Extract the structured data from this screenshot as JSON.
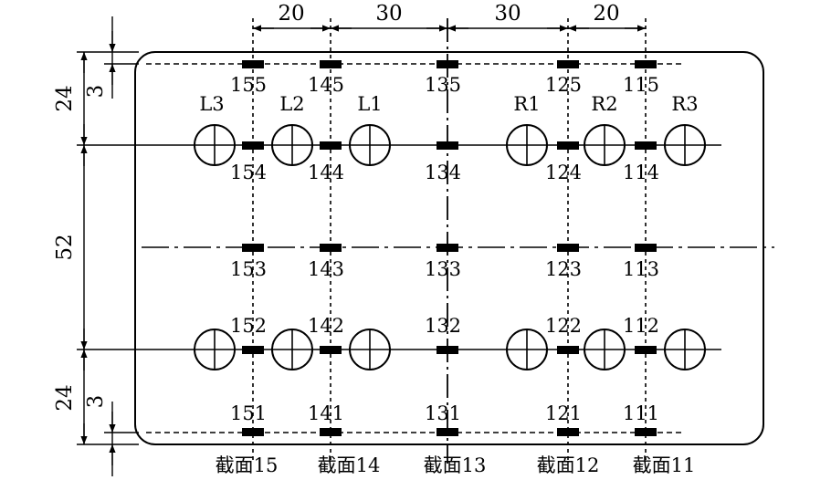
{
  "dimensions": {
    "top": [
      "20",
      "30",
      "30",
      "20"
    ],
    "left_upper": "24",
    "left_upper_small": "3",
    "left_middle": "52",
    "left_lower": "24",
    "left_lower_small": "3"
  },
  "bolts": {
    "top_row": [
      "L3",
      "L2",
      "L1",
      "R1",
      "R2",
      "R3"
    ]
  },
  "points": {
    "row5": [
      "155",
      "145",
      "135",
      "125",
      "115"
    ],
    "row4": [
      "154",
      "144",
      "134",
      "124",
      "114"
    ],
    "row3": [
      "153",
      "143",
      "133",
      "123",
      "113"
    ],
    "row2": [
      "152",
      "142",
      "132",
      "122",
      "112"
    ],
    "row1": [
      "151",
      "141",
      "131",
      "121",
      "111"
    ]
  },
  "sections": [
    "截面15",
    "截面14",
    "截面13",
    "截面12",
    "截面11"
  ]
}
